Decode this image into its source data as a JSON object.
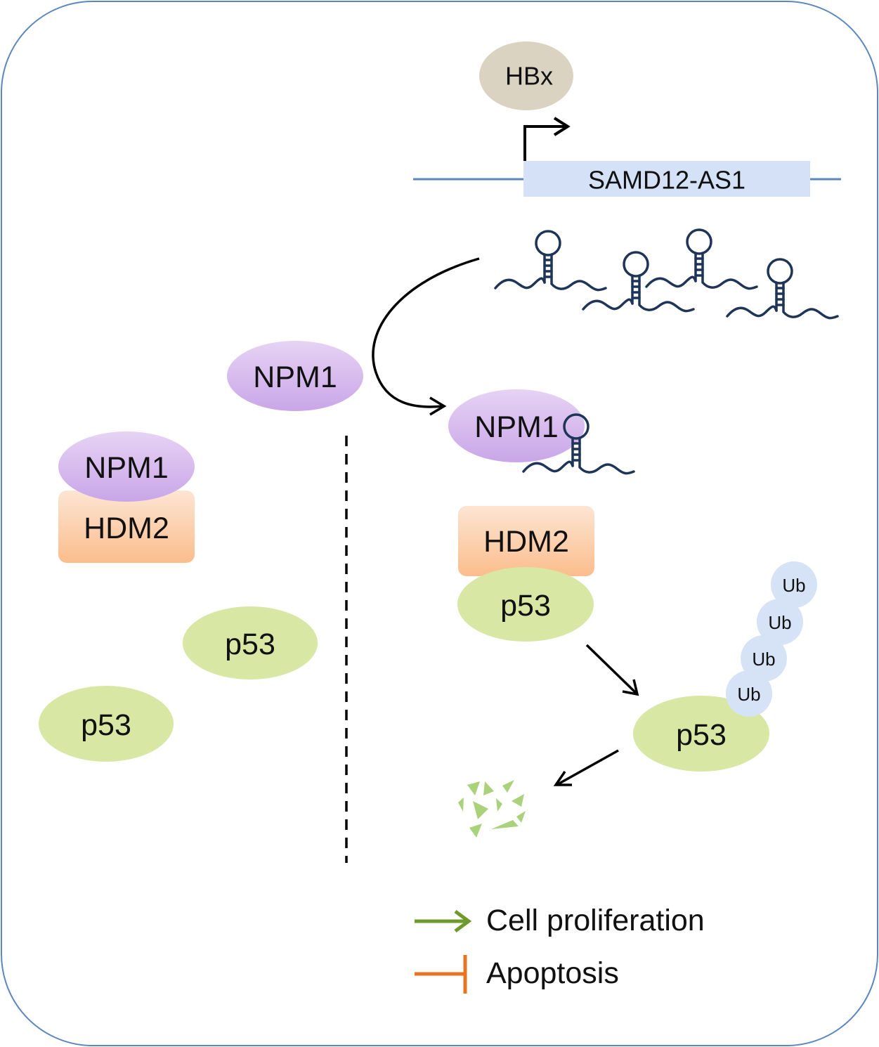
{
  "colors": {
    "cell_border": "#5b86c0",
    "hbx": "#dbd3c2",
    "dna_line": "#5b86c0",
    "gene_box": "#d4e1f6",
    "rna": "#1e3558",
    "npm1_top": "#e6d3f4",
    "npm1_bottom": "#c9a6e8",
    "hdm2_top": "#fde5d3",
    "hdm2_bottom": "#fbbd8c",
    "p53": "#d9e7a4",
    "ub": "#d6e3f7",
    "fragments": "#a9d27a",
    "proliferation_arrow": "#6d9a2a",
    "apoptosis_bar": "#e8741f"
  },
  "labels": {
    "hbx": "HBx",
    "gene": "SAMD12-AS1",
    "npm1_left": "NPM1",
    "npm1_complex": "NPM1",
    "hdm2_complex": "HDM2",
    "p53_free_1": "p53",
    "p53_free_2": "p53",
    "npm1_bound": "NPM1",
    "hdm2_right": "HDM2",
    "p53_bound": "p53",
    "p53_ubiquitinated": "p53",
    "ub_1": "Ub",
    "ub_2": "Ub",
    "ub_3": "Ub",
    "ub_4": "Ub"
  },
  "legend": {
    "proliferation": "Cell proliferation",
    "apoptosis": "Apoptosis"
  }
}
